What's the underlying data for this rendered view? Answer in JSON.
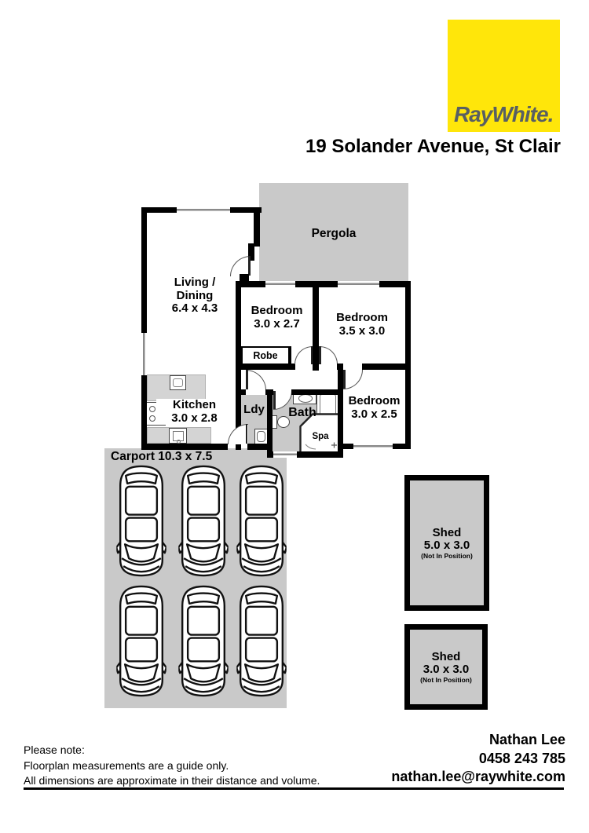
{
  "brand": {
    "logo_text": "RayWhite.",
    "colors": {
      "brand_yellow": "#FFE60A",
      "logo_gray": "#585F63",
      "area_gray": "#C9C9C9"
    }
  },
  "header": {
    "address": "19 Solander Avenue, St Clair"
  },
  "floorplan": {
    "pergola": {
      "name": "Pergola"
    },
    "living": {
      "name": "Living /",
      "name2": "Dining",
      "dims": "6.4 x 4.3"
    },
    "bedroom1": {
      "name": "Bedroom",
      "dims": "3.0 x 2.7"
    },
    "bedroom2": {
      "name": "Bedroom",
      "dims": "3.5 x 3.0"
    },
    "bedroom3": {
      "name": "Bedroom",
      "dims": "3.0 x 2.5"
    },
    "kitchen": {
      "name": "Kitchen",
      "dims": "3.0 x 2.8"
    },
    "laundry": {
      "name": "Ldy"
    },
    "bath": {
      "name": "Bath"
    },
    "spa": {
      "name": "Spa"
    },
    "robe": {
      "name": "Robe"
    },
    "carport": {
      "name": "Carport 10.3 x 7.5"
    },
    "car_count": 6,
    "sheds": [
      {
        "name": "Shed",
        "dims": "5.0 x 3.0",
        "note": "(Not In Position)"
      },
      {
        "name": "Shed",
        "dims": "3.0 x 3.0",
        "note": "(Not In Position)"
      }
    ]
  },
  "footer": {
    "note_title": "Please note:",
    "note_line1": "Floorplan measurements are a guide only.",
    "note_line2": "All dimensions are approximate in their distance and volume.",
    "agent": {
      "name": "Nathan Lee",
      "phone": "0458 243 785",
      "email": "nathan.lee@raywhite.com"
    }
  }
}
